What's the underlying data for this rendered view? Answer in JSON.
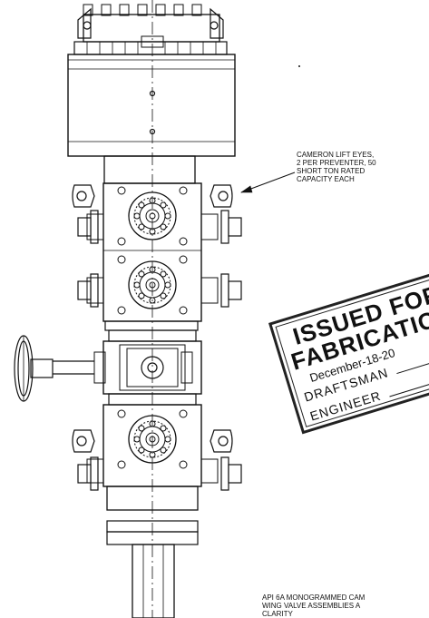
{
  "notes": {
    "lift_eyes": [
      "CAMERON LIFT EYES,",
      "2 PER PREVENTER, 50",
      "SHORT TON RATED",
      "CAPACITY EACH"
    ],
    "monogram": [
      "API 6A MONOGRAMMED CAM",
      "WING VALVE ASSEMBLIES A",
      "CLARITY"
    ]
  },
  "stamp": {
    "line1": "ISSUED FOR",
    "line2": "FABRICATION",
    "date": "December-18-20",
    "draftsman": "DRAFTSMAN",
    "engineer": "ENGINEER"
  },
  "icons": {
    "lift_eye": "lift-eye-icon",
    "handwheel": "handwheel-icon",
    "bonnet_flange": "bolted-flange-icon"
  }
}
